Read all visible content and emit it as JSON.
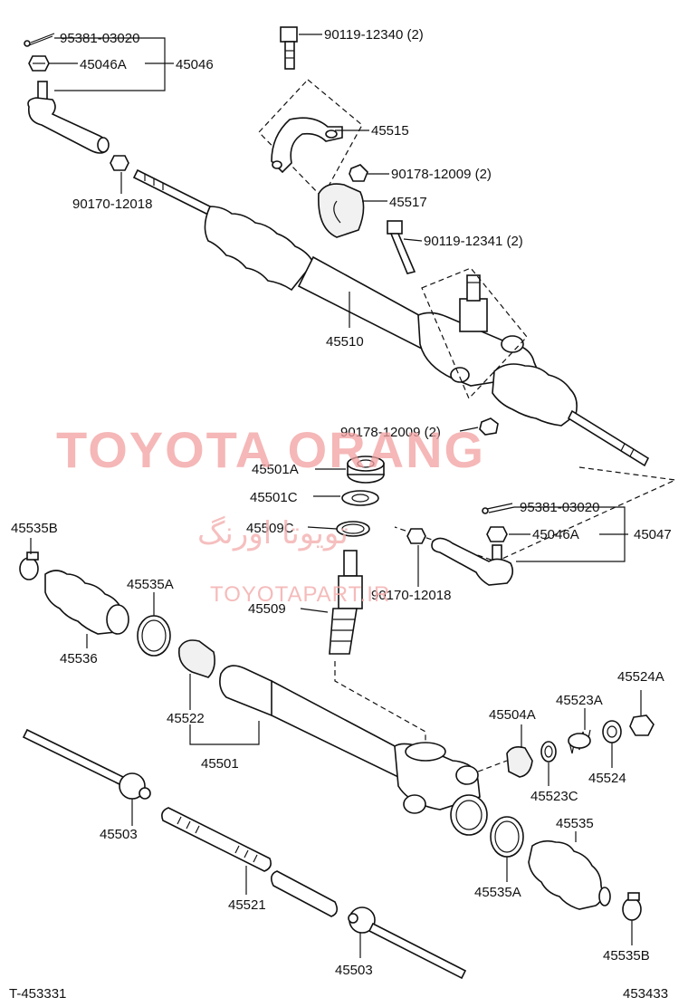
{
  "watermark": {
    "brand": "TOYOTA ORANG",
    "persian": "تویوتا اورنگ",
    "url": "TOYOTAPART.IR"
  },
  "codes": {
    "left": "T-453331",
    "right": "453433"
  },
  "labels": {
    "p95381_top": "95381-03020",
    "p45046A_top": "45046A",
    "p45046": "45046",
    "p90170_top": "90170-12018",
    "p90119_12340": "90119-12340 (2)",
    "p45515": "45515",
    "p90178_top": "90178-12009 (2)",
    "p45517": "45517",
    "p90119_12341": "90119-12341 (2)",
    "p45510": "45510",
    "p90178_mid": "90178-12009 (2)",
    "p45501A": "45501A",
    "p45501C": "45501C",
    "p45509C": "45509C",
    "p45509": "45509",
    "p95381_right": "95381-03020",
    "p45046A_right": "45046A",
    "p45047": "45047",
    "p90170_right": "90170-12018",
    "p45535B_left": "45535B",
    "p45535A_left": "45535A",
    "p45536": "45536",
    "p45522": "45522",
    "p45501": "45501",
    "p45503_left": "45503",
    "p45521": "45521",
    "p45503_bottom": "45503",
    "p45504A": "45504A",
    "p45523A": "45523A",
    "p45524A": "45524A",
    "p45523C": "45523C",
    "p45524": "45524",
    "p45535": "45535",
    "p45535A_right": "45535A",
    "p45535B_right": "45535B"
  }
}
